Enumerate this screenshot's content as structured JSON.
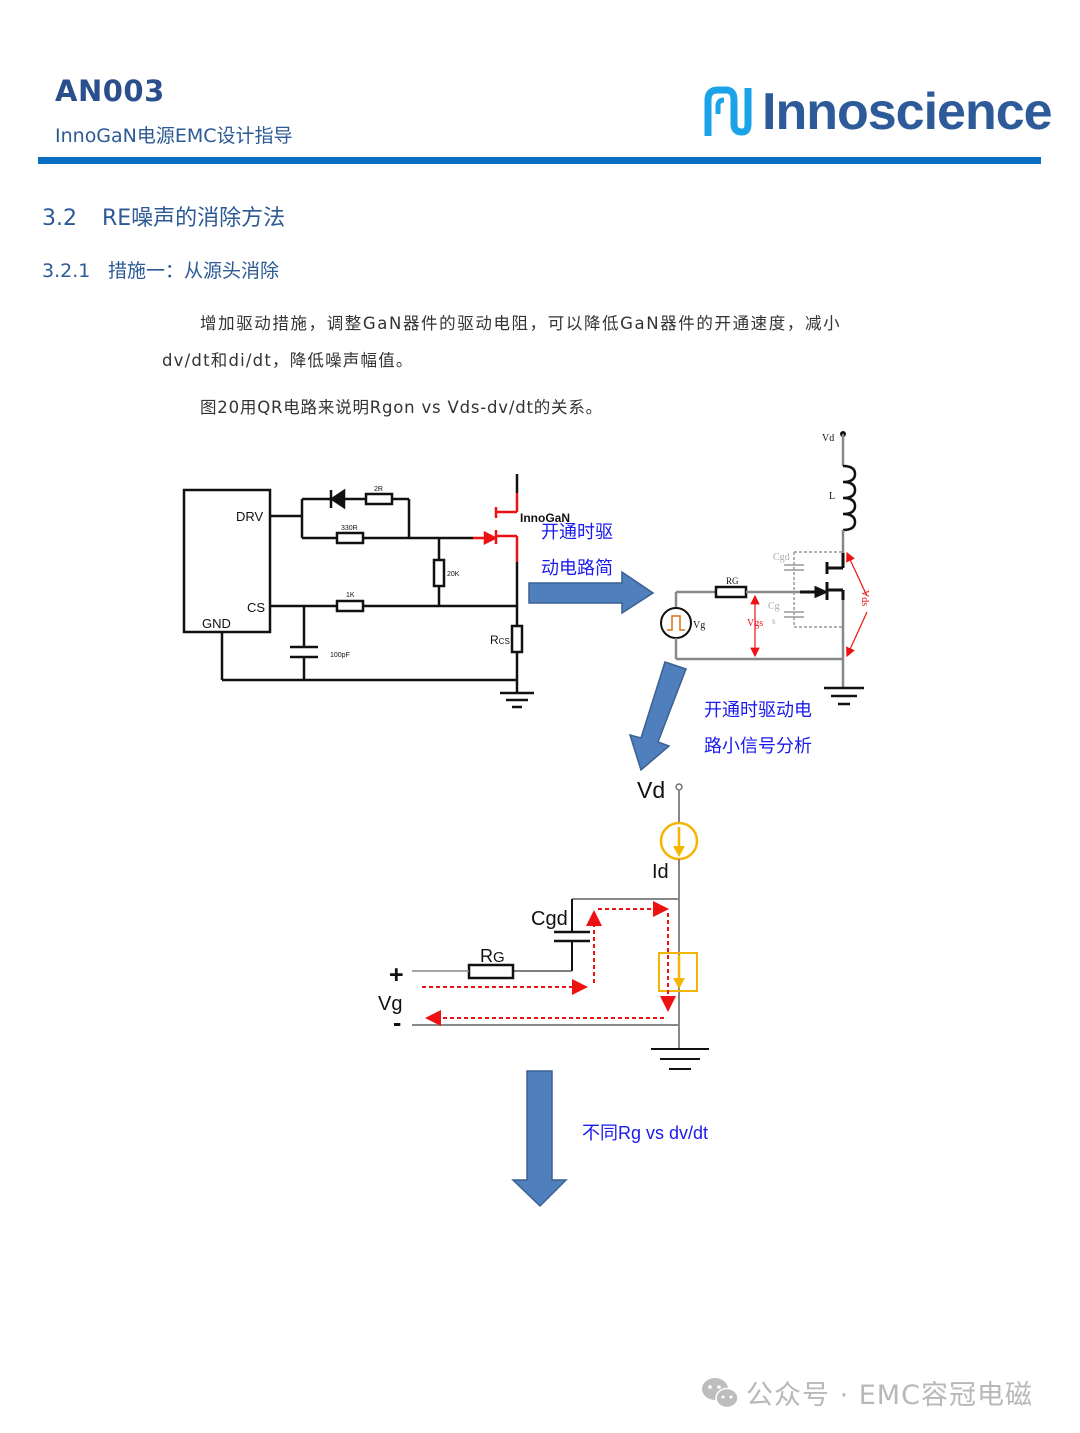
{
  "header": {
    "doc_id": "AN003",
    "subtitle": "InnoGaN电源EMC设计指导",
    "logo_text": "Innoscience",
    "logo_icon": "innoscience-logo-icon",
    "colors": {
      "title": "#2b4f8c",
      "rule": "#0a6fc2",
      "logo_icon": "#1aa3e8",
      "logo_text": "#2d5a98"
    }
  },
  "section": {
    "number": "3.2",
    "title": "RE噪声的消除方法",
    "subsection": {
      "number": "3.2.1",
      "title": "措施一：从源头消除"
    }
  },
  "body": {
    "paragraph1_line1": "增加驱动措施，调整GaN器件的驱动电阻，可以降低GaN器件的开通速度，减小",
    "paragraph1_line2": "dv/dt和di/dt，降低噪声幅值。",
    "paragraph2": "图20用QR电路来说明Rgon vs Vds-dv/dt的关系。"
  },
  "figure": {
    "driver_circuit": {
      "ic_pins": [
        "DRV",
        "CS",
        "GND"
      ],
      "components": {
        "diode_resistor": "2R",
        "gate_resistor": "330R",
        "pulldown_resistor": "20K",
        "cs_resistor": "1K",
        "filter_cap": "100pF",
        "sense_resistor": "R",
        "sense_resistor_sub": "CS"
      },
      "device_label": "InnoGaN"
    },
    "arrow1_note_line1": "开通时驱",
    "arrow1_note_line2": "动电路简",
    "simplified_circuit": {
      "vd": "Vd",
      "inductor": "L",
      "rg": "RG",
      "vg": "Vg",
      "vgs": "Vgs",
      "cgd": "Cgd",
      "cgs_line1": "Cg",
      "cgs_line2": "s",
      "vds": "Vds"
    },
    "arrow2_note_line1": "开通时驱动电",
    "arrow2_note_line2": "路小信号分析",
    "small_signal": {
      "vd": "Vd",
      "id": "Id",
      "cgd": "Cgd",
      "rg": "R",
      "rg_sub": "G",
      "plus": "+",
      "vg": "Vg",
      "minus": "-"
    },
    "arrow3_note": "不同Rg vs dv/dt",
    "colors": {
      "arrow": "#4f7fbd",
      "arrow_edge": "#3a6190",
      "note": "#1a1aee",
      "highlight_red": "#ee1111",
      "current_source": "#f4b400"
    }
  },
  "watermark": {
    "text": "公众号 · EMC容冠电磁",
    "icon": "wechat-icon"
  }
}
